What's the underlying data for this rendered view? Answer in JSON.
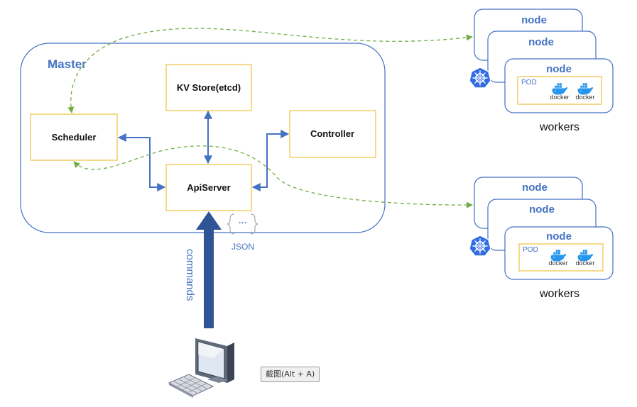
{
  "master": {
    "title": "Master"
  },
  "components": {
    "kv_store": "KV Store(etcd)",
    "scheduler": "Scheduler",
    "controller": "Controller",
    "apiserver": "ApiServer"
  },
  "worker_groups": [
    {
      "nodes": [
        "node",
        "node",
        "node"
      ],
      "pod_label": "POD",
      "containers": [
        "docker",
        "docker"
      ],
      "label": "workers"
    },
    {
      "nodes": [
        "node",
        "node",
        "node"
      ],
      "pod_label": "POD",
      "containers": [
        "docker",
        "docker"
      ],
      "label": "workers"
    }
  ],
  "json_badge": {
    "symbol": "···",
    "label": "JSON"
  },
  "commands_label": "commands",
  "tooltip": "截图(Alt + A)",
  "icons": [
    "kubernetes-icon",
    "docker-icon",
    "computer-icon",
    "json-icon"
  ],
  "colors": {
    "accent_blue": "#4472c4",
    "box_border": "#f0c040",
    "dashed_green": "#70ad47",
    "arrow_blue": "#4472c4"
  }
}
